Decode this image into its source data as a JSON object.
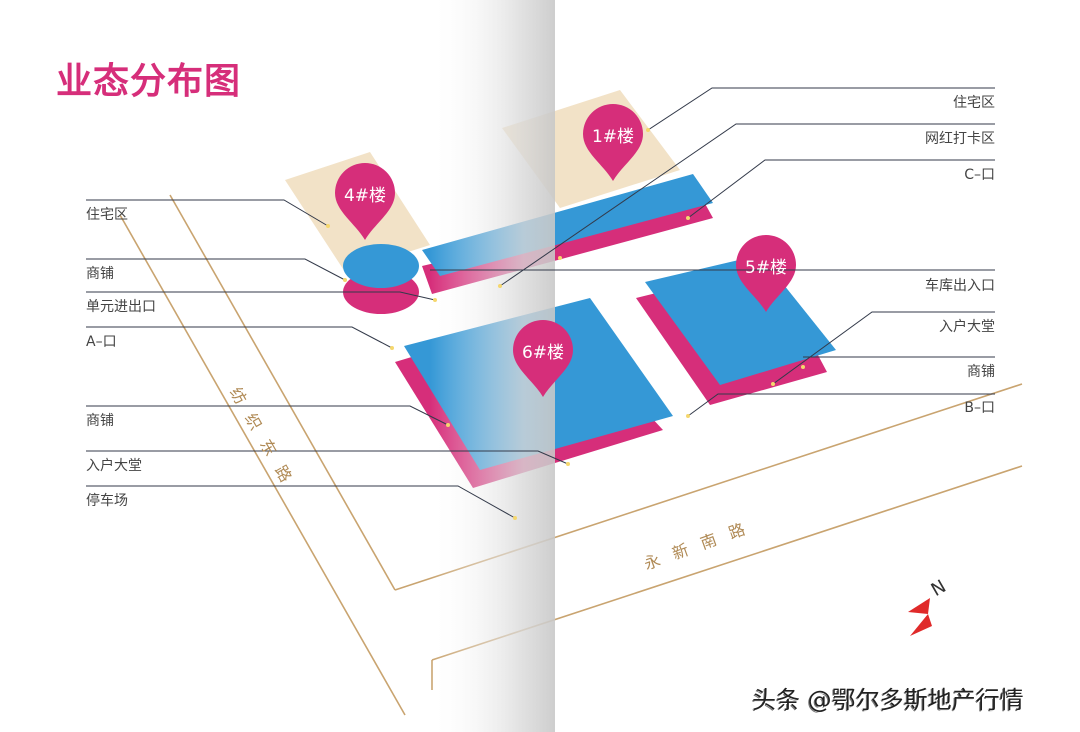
{
  "page": {
    "title": "业态分布图",
    "watermark": "头条 @鄂尔多斯地产行情"
  },
  "colors": {
    "title": "#d62e7a",
    "building_top": "#3598d6",
    "building_base": "#d62e7a",
    "residential_zone": "#f2e2c7",
    "road_line": "#c9a470",
    "leader_line": "#333a4a",
    "page_fold": "#e4e4e4"
  },
  "buildings": [
    {
      "id": "1",
      "label": "1#楼"
    },
    {
      "id": "4",
      "label": "4#楼"
    },
    {
      "id": "5",
      "label": "5#楼"
    },
    {
      "id": "6",
      "label": "6#楼"
    }
  ],
  "roads": [
    {
      "name": "纺织东路"
    },
    {
      "name": "永新南路"
    }
  ],
  "legend_left": [
    {
      "label": "住宅区"
    },
    {
      "label": "商铺"
    },
    {
      "label": "单元进出口"
    },
    {
      "label": "A–口"
    },
    {
      "label": "商铺"
    },
    {
      "label": "入户大堂"
    },
    {
      "label": "停车场"
    }
  ],
  "legend_right": [
    {
      "label": "住宅区"
    },
    {
      "label": "网红打卡区"
    },
    {
      "label": "C–口"
    },
    {
      "label": "车库出入口"
    },
    {
      "label": "入户大堂"
    },
    {
      "label": "商铺"
    },
    {
      "label": "B–口"
    }
  ],
  "compass": {
    "label": "N"
  }
}
